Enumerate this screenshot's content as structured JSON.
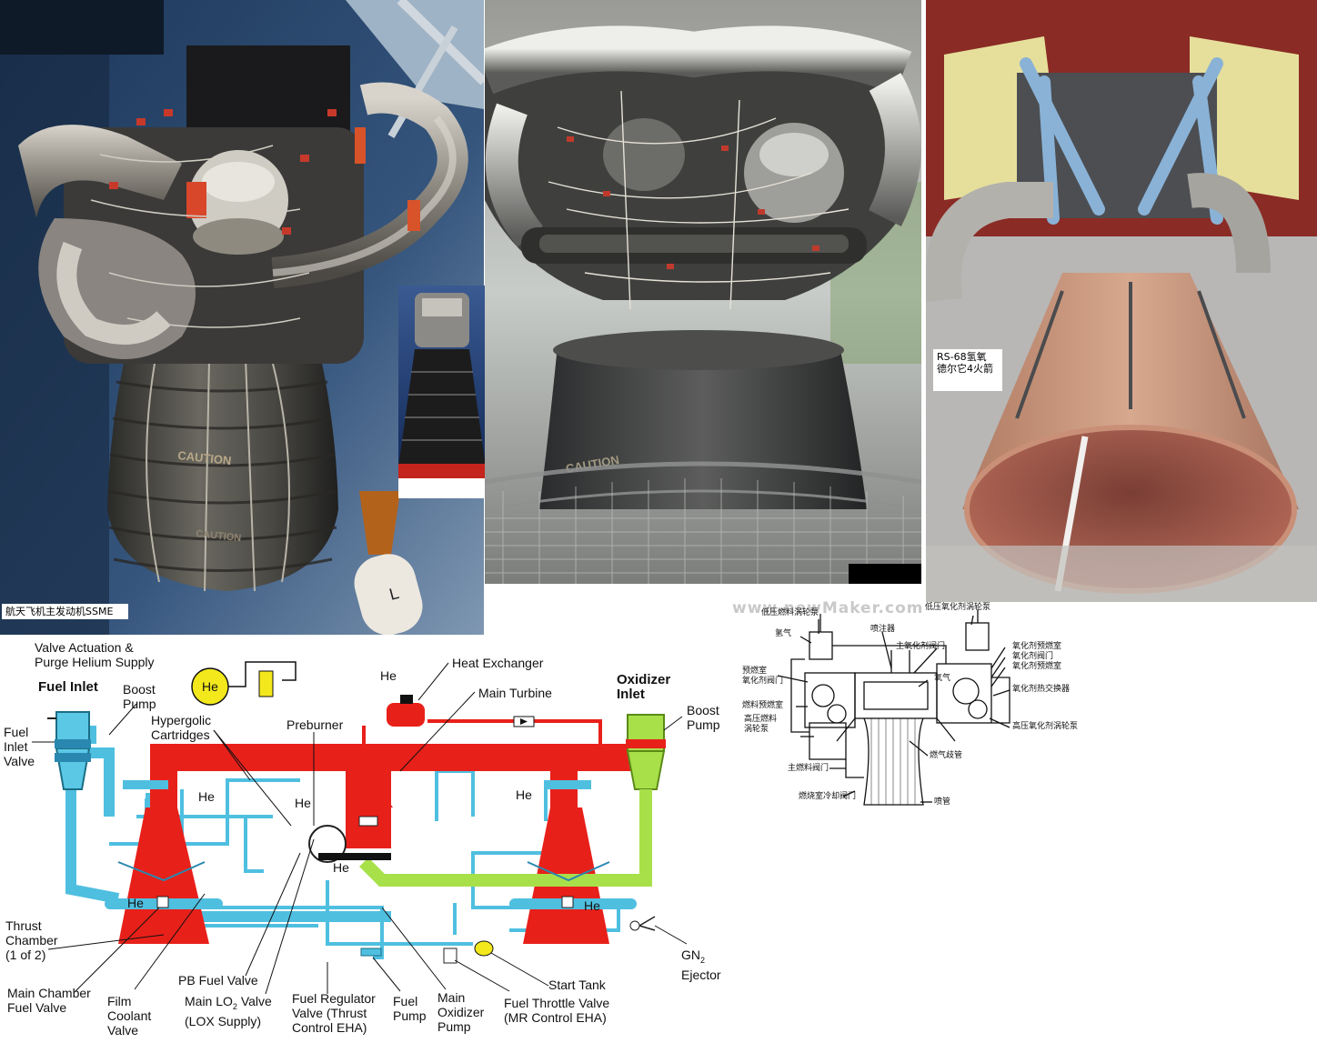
{
  "photos": {
    "ssme_caption": "航天飞机主发动机SSME",
    "rs68_caption_line1": "RS-68氢氧",
    "rs68_caption_line2": "德尔它4火箭",
    "caution_text": "CAUTION"
  },
  "schematic": {
    "labels": {
      "valve_actuation_1": "Valve Actuation &",
      "valve_actuation_2": "Purge Helium Supply",
      "he": "He",
      "fuel_inlet": "Fuel Inlet",
      "boost_pump_left_1": "Boost",
      "boost_pump_left_2": "Pump",
      "fuel_inlet_valve_1": "Fuel",
      "fuel_inlet_valve_2": "Inlet",
      "fuel_inlet_valve_3": "Valve",
      "hypergolic_1": "Hypergolic",
      "hypergolic_2": "Cartridges",
      "heat_exchanger": "Heat Exchanger",
      "main_turbine": "Main Turbine",
      "preburner": "Preburner",
      "oxidizer_inlet_1": "Oxidizer",
      "oxidizer_inlet_2": "Inlet",
      "boost_pump_right_1": "Boost",
      "boost_pump_right_2": "Pump",
      "thrust_chamber_1": "Thrust",
      "thrust_chamber_2": "Chamber",
      "thrust_chamber_3": "(1 of 2)",
      "main_chamber_fuel_valve_1": "Main Chamber",
      "main_chamber_fuel_valve_2": "Fuel Valve",
      "film_coolant_1": "Film",
      "film_coolant_2": "Coolant",
      "film_coolant_3": "Valve",
      "pb_fuel_valve": "PB Fuel Valve",
      "main_lo2_valve_1": "Main LO",
      "main_lo2_sub": "2",
      "main_lo2_valve_1b": " Valve",
      "main_lo2_valve_2": "(LOX Supply)",
      "fuel_regulator_1": "Fuel Regulator",
      "fuel_regulator_2": "Valve (Thrust",
      "fuel_regulator_3": "Control EHA)",
      "fuel_pump_1": "Fuel",
      "fuel_pump_2": "Pump",
      "main_oxidizer_pump_1": "Main",
      "main_oxidizer_pump_2": "Oxidizer",
      "main_oxidizer_pump_3": "Pump",
      "start_tank": "Start Tank",
      "fuel_throttle_1": "Fuel Throttle Valve",
      "fuel_throttle_2": "(MR Control EHA)",
      "gn2_1": "GN",
      "gn2_sub": "2",
      "gn2_2": "Ejector"
    },
    "colors": {
      "fuel": "#5bc8e6",
      "hot_gas": "#e8201a",
      "oxidizer": "#a8e04a",
      "helium": "#f2e81c"
    }
  },
  "chinese_diagram": {
    "watermark": "www.newMaker.com",
    "labels": {
      "low_press_fuel_pump": "低压燃料涡轮泵",
      "low_press_ox_pump": "低压氧化剂涡轮泵",
      "hydrogen": "氢气",
      "injector": "喷注器",
      "main_ox_valve": "主氧化剂阀门",
      "ox_preburner_top": "氧化剂预燃室",
      "ox_valve": "氧化剂阀门",
      "ox_preburner": "氧化剂预燃室",
      "preburner_ox_valve_1": "预燃室",
      "preburner_ox_valve_2": "氧化剂阀门",
      "oxygen": "氧气",
      "fuel_preburner": "燃料预燃室",
      "ox_heat_exchanger": "氧化剂热交换器",
      "hp_fuel_pump_1": "高压燃料",
      "hp_fuel_pump_2": "涡轮泵",
      "hp_ox_pump": "高压氧化剂涡轮泵",
      "gas_manifold": "燃气歧管",
      "main_fuel_valve": "主燃料阀门",
      "chamber_cool_valve": "燃烧室冷却阀门",
      "nozzle": "喷管"
    }
  }
}
